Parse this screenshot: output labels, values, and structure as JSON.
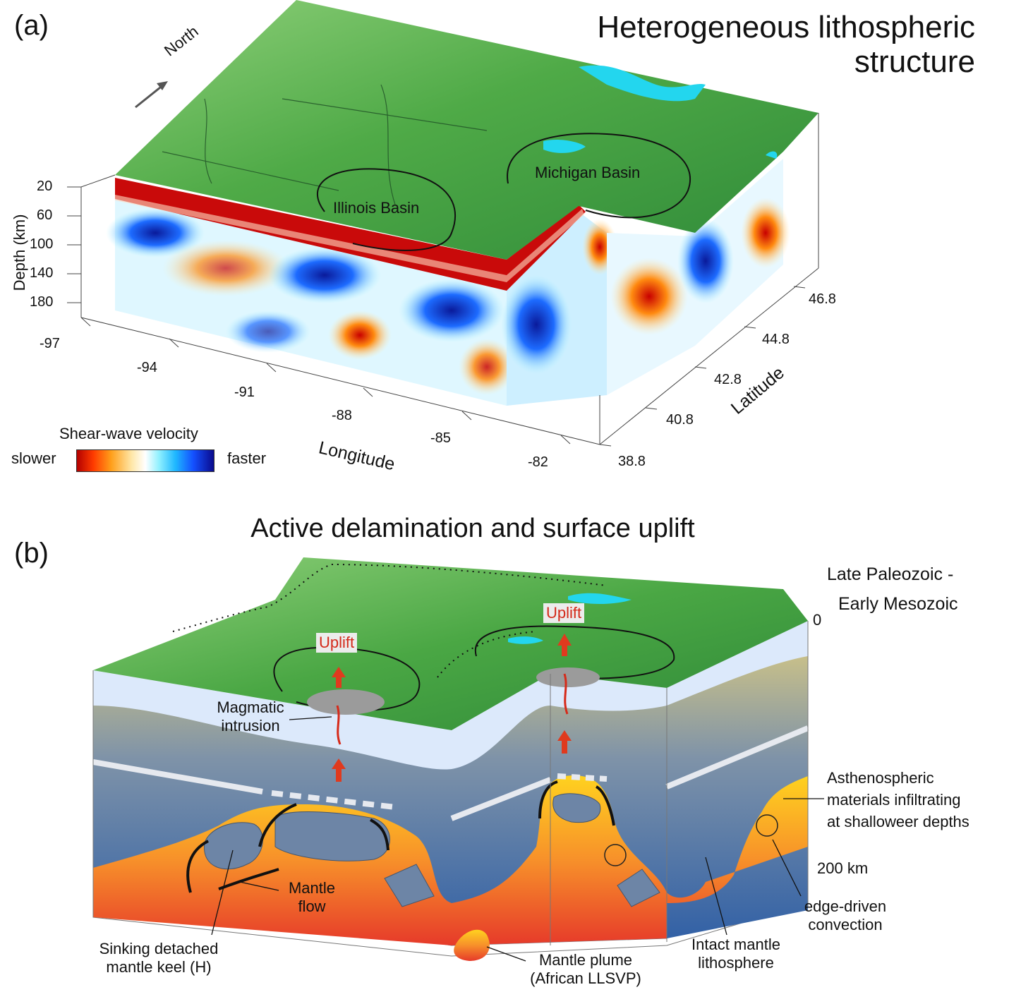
{
  "panel_a": {
    "letter": "(a)",
    "title_line1": "Heterogeneous lithospheric",
    "title_line2": "structure",
    "north_label": "North",
    "basins": [
      "Illinois Basin",
      "Michigan Basin"
    ],
    "depth_axis": {
      "label": "Depth (km)",
      "ticks": [
        "20",
        "60",
        "100",
        "140",
        "180"
      ]
    },
    "longitude_axis": {
      "label": "Longitude",
      "ticks": [
        "-97",
        "-94",
        "-91",
        "-88",
        "-85",
        "-82"
      ]
    },
    "latitude_axis": {
      "label": "Latitude",
      "ticks": [
        "38.8",
        "40.8",
        "42.8",
        "44.8",
        "46.8"
      ]
    },
    "colorbar": {
      "title": "Shear-wave velocity",
      "left": "slower",
      "right": "faster",
      "colors": [
        "#b30000",
        "#ff3b00",
        "#ff9f1a",
        "#ffe7a8",
        "#ffffff",
        "#8ff0ff",
        "#1fb7ff",
        "#1450ff",
        "#0a0a8c"
      ]
    }
  },
  "panel_b": {
    "letter": "(b)",
    "title": "Active delamination and surface uplift",
    "era_line1": "Late Paleozoic -",
    "era_line2": "Early Mesozoic",
    "depth_top": "0",
    "depth_bottom": "200 km",
    "uplift": [
      "Uplift",
      "Uplift"
    ],
    "labels": {
      "magmatic_1": "Magmatic",
      "magmatic_2": "intrusion",
      "mantle_flow_1": "Mantle",
      "mantle_flow_2": "flow",
      "keel_1": "Sinking detached",
      "keel_2": "mantle keel (H)",
      "plume_1": "Mantle plume",
      "plume_2": "(African LLSVP)",
      "intact_1": "Intact mantle",
      "intact_2": "lithosphere",
      "edge_1": "edge-driven",
      "edge_2": "convection",
      "asth_1": "Asthenospheric",
      "asth_2": "materials infiltrating",
      "asth_3": "at shalloweer depths"
    },
    "colors": {
      "terrain": "#3f9f3a",
      "crust": "#dbe9fb",
      "lithosphere": "#3e6aa8",
      "asthenosphere": "#f2b11c",
      "hot": "#e5402a",
      "uplift_arrow": "#e03a1e"
    }
  }
}
